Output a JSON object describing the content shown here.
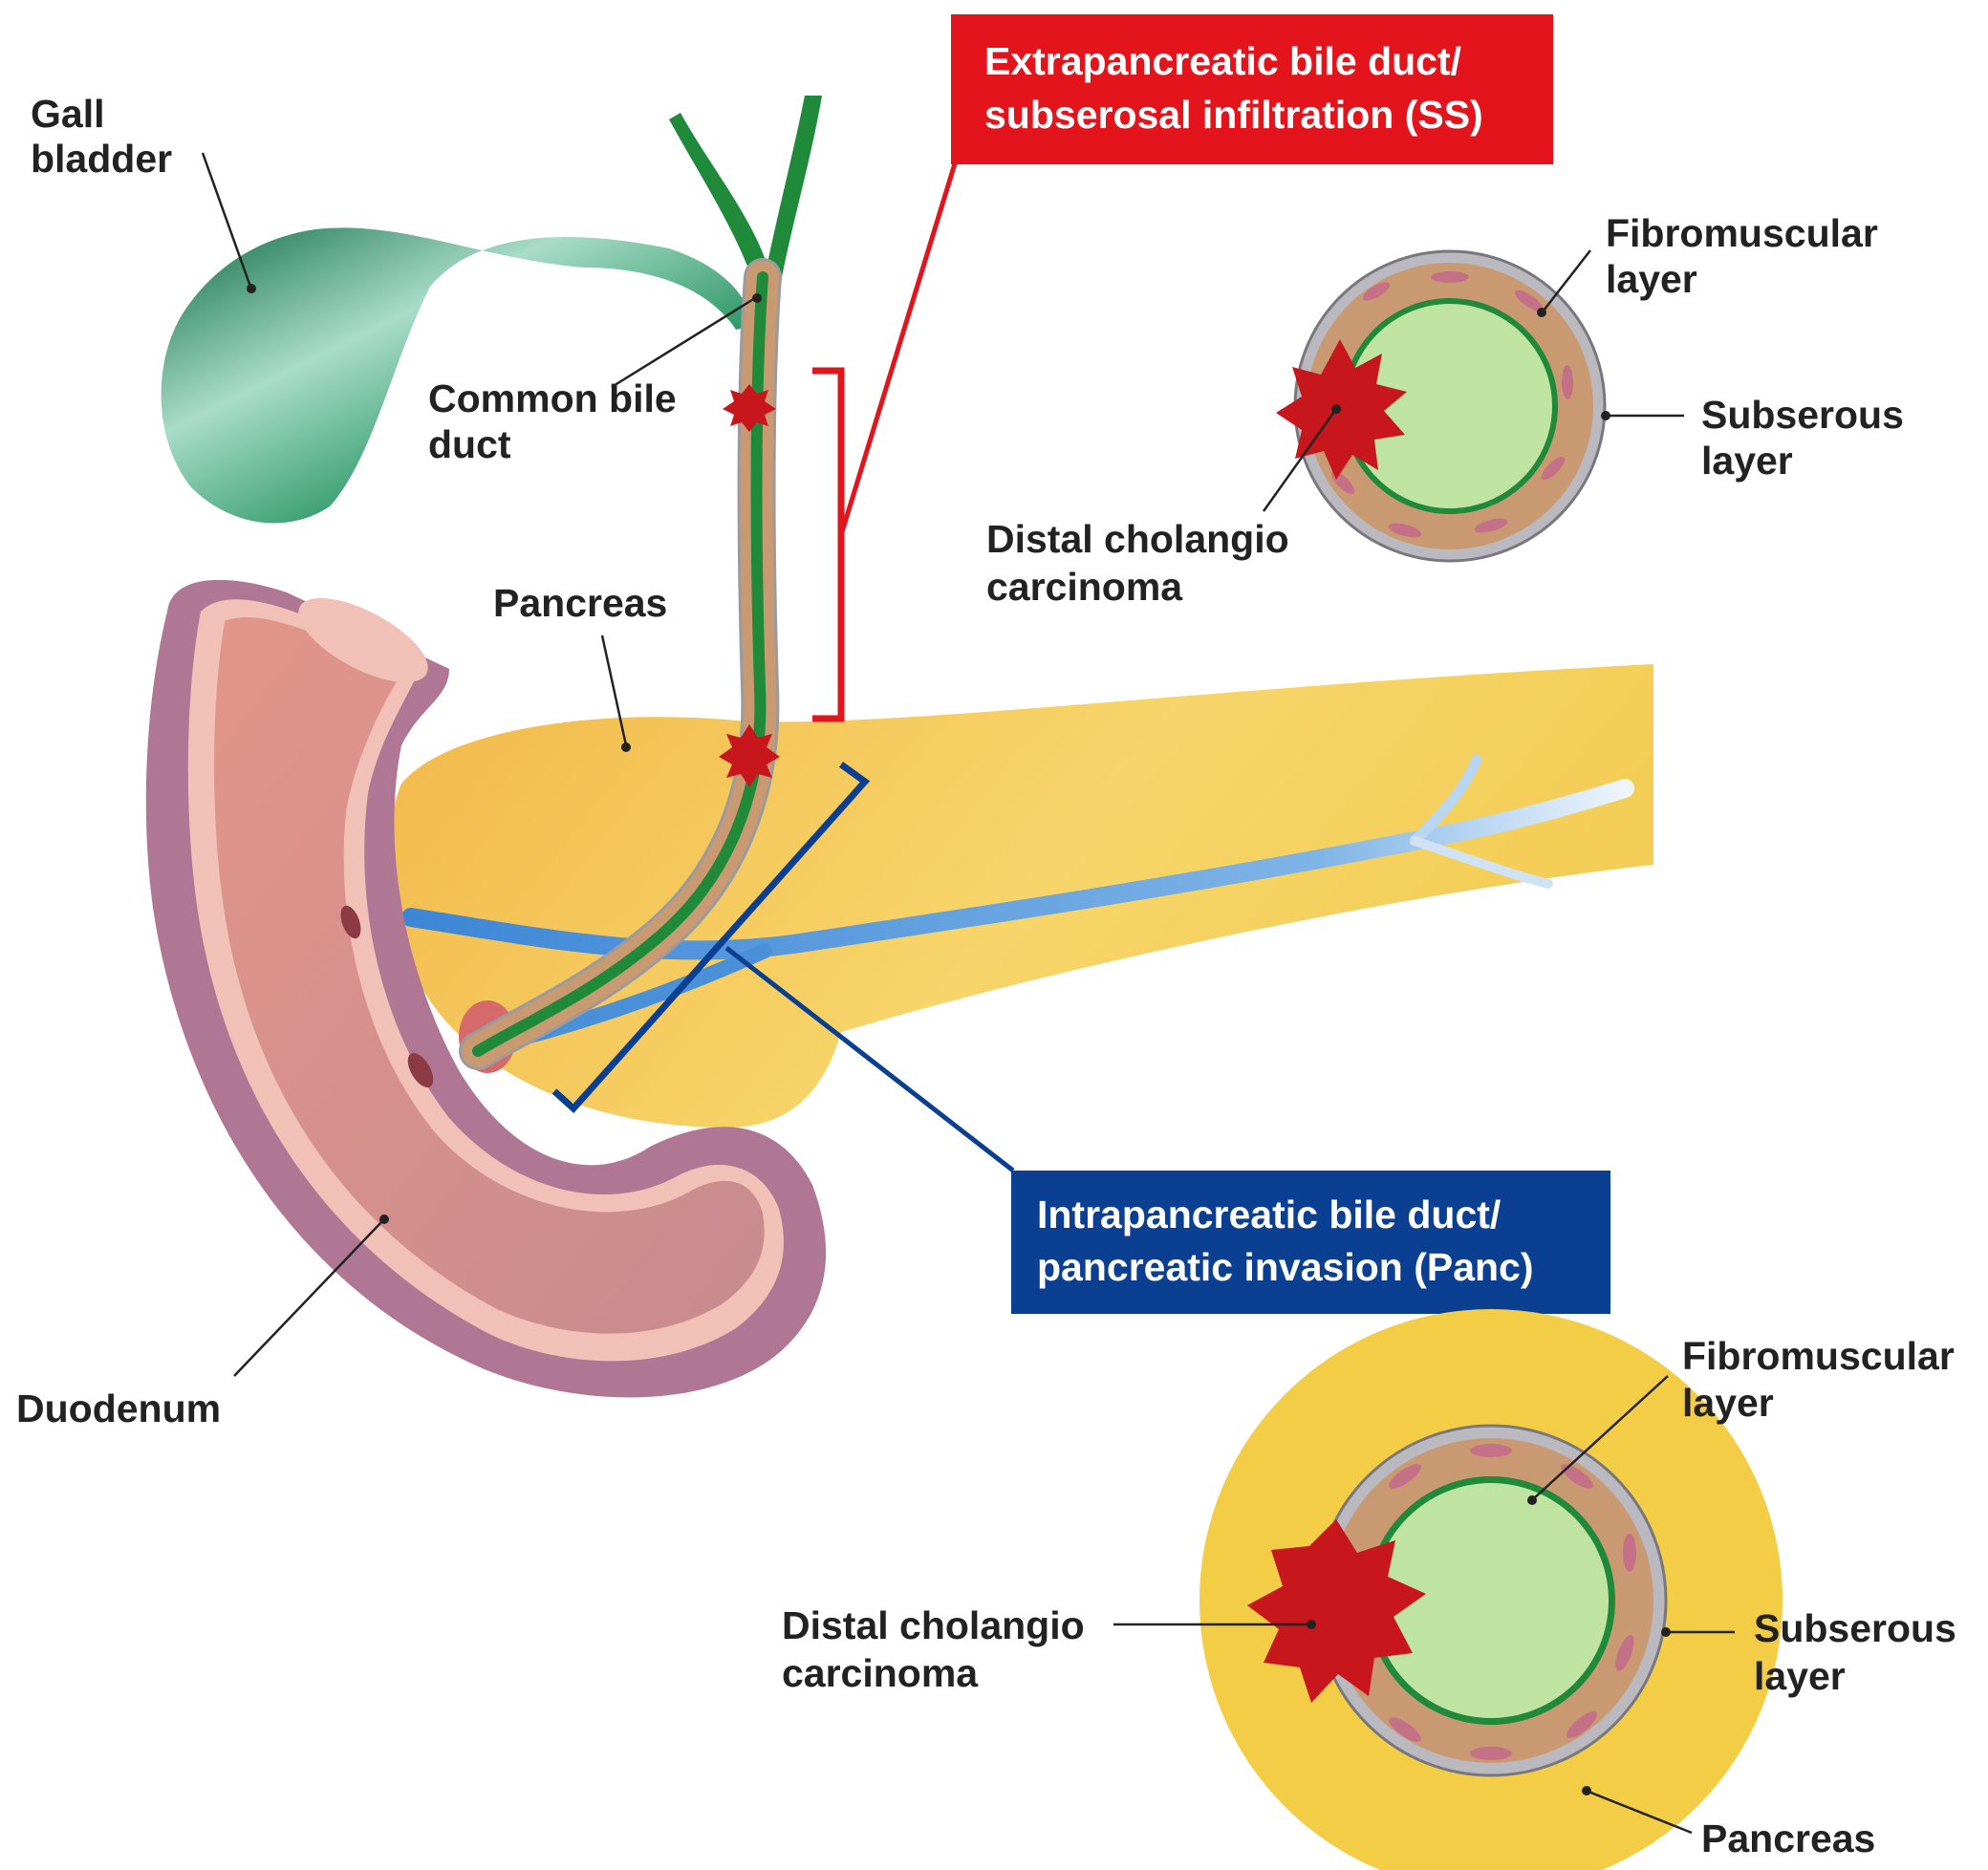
{
  "colors": {
    "gallbladder": "#1f8f5c",
    "bile_duct": "#1e8a3a",
    "duct_wall": "#c99a72",
    "pancreas": "#f7cf5a",
    "pancreatic_duct": "#4a90d9",
    "duodenum_outer": "#b07795",
    "duodenum_inner": "#d9908a",
    "tumor": "#c8161d",
    "lumen": "#bfe3a0",
    "subserous": "#b9b9bf",
    "ss_box": "#e3141b",
    "panc_box": "#0b3f91"
  },
  "labels": {
    "gall_bladder": [
      "Gall",
      "bladder"
    ],
    "common_bile_duct": [
      "Common bile",
      "duct"
    ],
    "pancreas": "Pancreas",
    "duodenum": "Duodenum"
  },
  "ss_box": {
    "lines": [
      "Extrapancreatic bile duct/",
      "subserosal infiltration (SS)"
    ]
  },
  "panc_box": {
    "lines": [
      "Intrapancreatic bile duct/",
      "pancreatic invasion (Panc)"
    ]
  },
  "cross_section_ss": {
    "fibromuscular": [
      "Fibromuscular",
      "layer"
    ],
    "subserous": [
      "Subserous",
      "layer"
    ],
    "tumor": [
      "Distal cholangio",
      "carcinoma"
    ]
  },
  "cross_section_panc": {
    "fibromuscular": [
      "Fibromuscular",
      "layer"
    ],
    "subserous": [
      "Subserous",
      "layer"
    ],
    "tumor": [
      "Distal cholangio",
      "carcinoma"
    ],
    "pancreas": "Pancreas"
  }
}
